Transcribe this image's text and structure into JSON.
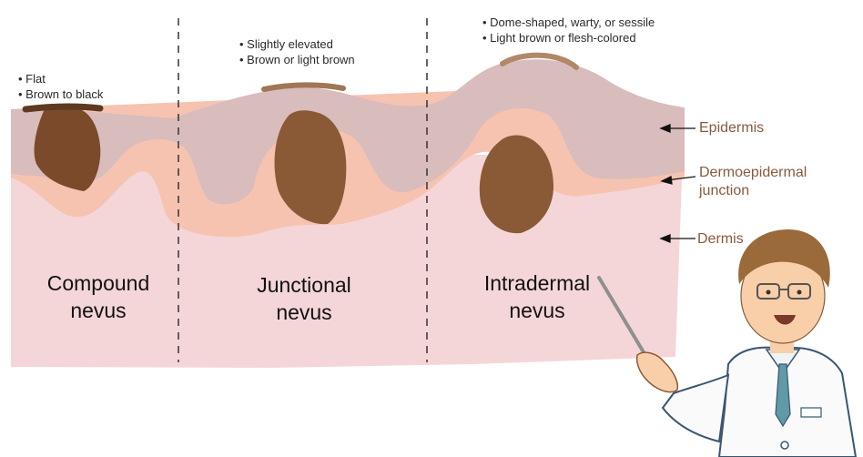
{
  "panels": [
    {
      "name": "Compound\nnevus",
      "name_lines": [
        "Compound",
        "nevus"
      ],
      "traits": [
        "• Flat",
        "• Brown to black"
      ]
    },
    {
      "name": "Junctional\nnevus",
      "name_lines": [
        "Junctional",
        "nevus"
      ],
      "traits": [
        "• Slightly elevated",
        "• Brown or light brown"
      ]
    },
    {
      "name": "Intradermal\nnevus",
      "name_lines": [
        "Intradermal",
        "nevus"
      ],
      "traits": [
        "• Dome-shaped, warty, or sessile",
        "• Light brown or flesh-colored"
      ]
    }
  ],
  "layers": {
    "epidermis": "Epidermis",
    "dej_line1": "Dermoepidermal",
    "dej_line2": "junction",
    "dermis": "Dermis"
  },
  "colors": {
    "epidermis": "#d9bcbc",
    "junction": "#f6c3b0",
    "dermis": "#f5d6d8",
    "nevus": "#8a5a36",
    "cap": "#a07656",
    "label": "#8a5a3c",
    "divider": "#333333"
  }
}
